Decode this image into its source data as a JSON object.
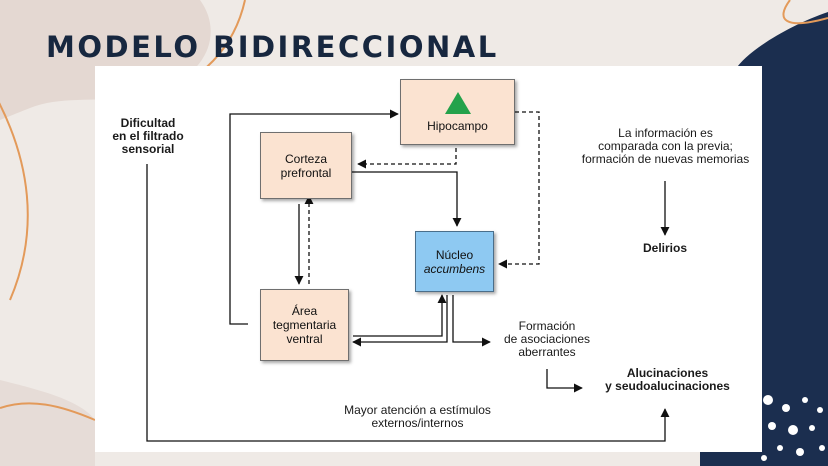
{
  "slide": {
    "title": "MODELO BIDIRECCIONAL"
  },
  "diagram": {
    "nodes": {
      "hipocampo": {
        "label": "Hipocampo",
        "icon": "green-triangle-icon",
        "icon_color": "#24a24b"
      },
      "corteza": {
        "line1": "Corteza",
        "line2": "prefrontal"
      },
      "nucleo": {
        "line1": "Núcleo",
        "line2": "accumbens"
      },
      "area": {
        "line1": "Área",
        "line2": "tegmentaria",
        "line3": "ventral"
      }
    },
    "labels": {
      "dificultad": {
        "line1": "Dificultad",
        "line2": "en el filtrado",
        "line3": "sensorial"
      },
      "informacion": {
        "line1": "La información es",
        "line2": "comparada con la previa;",
        "line3": "formación de nuevas memorias"
      },
      "delirios": "Delirios",
      "formacion": {
        "line1": "Formación",
        "line2": "de asociaciones",
        "line3": "aberrantes"
      },
      "alucinaciones": {
        "line1": "Alucinaciones",
        "line2": "y seudoalucinaciones"
      },
      "mayor_atencion": {
        "line1": "Mayor atención a estímulos",
        "line2": "externos/internos"
      }
    },
    "colors": {
      "box_fill": "#fbe3d1",
      "highlight_fill": "#8ec9f2",
      "title": "#17273f",
      "navy": "#1b2e4f"
    }
  }
}
